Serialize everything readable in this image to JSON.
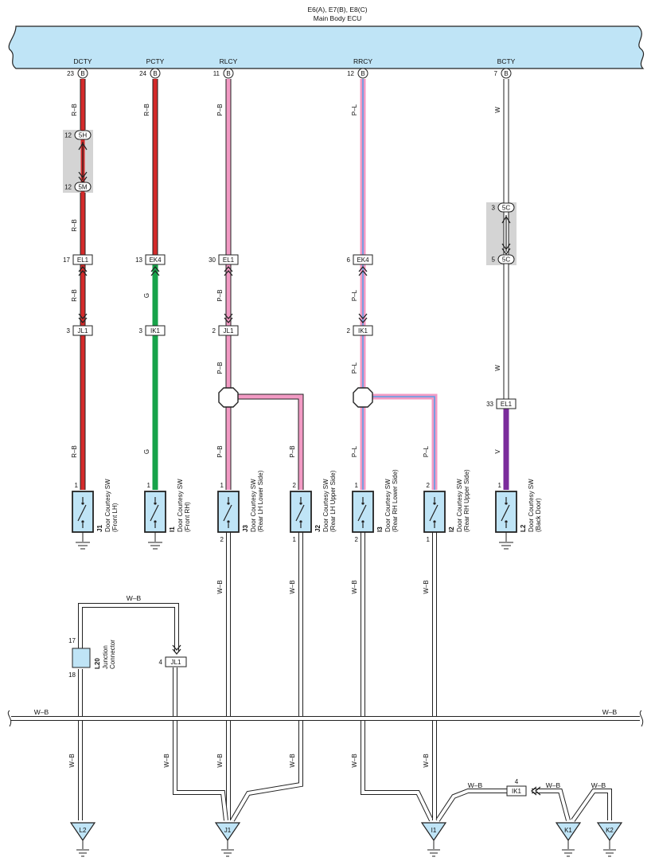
{
  "ecu": {
    "connectors_label": "E6(A), E7(B), E8(C)",
    "name": "Main Body ECU"
  },
  "terminals": [
    {
      "name": "DCTY",
      "pin": "23",
      "conn": "B"
    },
    {
      "name": "PCTY",
      "pin": "24",
      "conn": "B"
    },
    {
      "name": "RLCY",
      "pin": "11",
      "conn": "B"
    },
    {
      "name": "RRCY",
      "pin": "12",
      "conn": "B"
    },
    {
      "name": "BCTY",
      "pin": "7",
      "conn": "B"
    }
  ],
  "wire_colors": {
    "R-B": "#d42a2a",
    "G": "#17a34a",
    "P-B": "#f29ac4",
    "P-L": "#f29ac4",
    "W": "#ffffff",
    "V": "#7b2c9c",
    "W-B": "#ffffff",
    "pl_stripe": "#5aa0e6",
    "ecu_fill": "#bfe4f6",
    "switch_fill": "#bfe4f6",
    "grey_box": "#d4d4d4"
  },
  "wire_labels": {
    "dcty": "R–B",
    "pcty_upper": "R–B",
    "pcty_lower": "G",
    "rlcy": "P–B",
    "rrcy": "P–L",
    "bcty_upper": "W",
    "bcty_lower": "V",
    "ground": "W–B"
  },
  "inline_connectors": {
    "c5H": {
      "pin": "12",
      "label": "5H"
    },
    "c5M": {
      "pin": "12",
      "label": "5M"
    },
    "c5C_top": {
      "pin": "3",
      "label": "5C"
    },
    "c5C_bot": {
      "pin": "5",
      "label": "5C"
    },
    "dcty_el1": {
      "pin": "17",
      "label": "EL1"
    },
    "pcty_ek4": {
      "pin": "13",
      "label": "EK4"
    },
    "rlcy_el1": {
      "pin": "30",
      "label": "EL1"
    },
    "rrcy_ek4": {
      "pin": "6",
      "label": "EK4"
    },
    "dcty_jl1": {
      "pin": "3",
      "label": "JL1"
    },
    "pcty_ik1": {
      "pin": "3",
      "label": "IK1"
    },
    "rlcy_jl1": {
      "pin": "2",
      "label": "JL1"
    },
    "rrcy_ik1": {
      "pin": "2",
      "label": "IK1"
    },
    "bcty_el1": {
      "pin": "33",
      "label": "EL1"
    },
    "gnd_jl1": {
      "pin": "4",
      "label": "JL1"
    },
    "gnd_ik1": {
      "pin": "4",
      "label": "IK1"
    }
  },
  "switches": [
    {
      "id": "J1",
      "name": "Door Courtesy SW",
      "sub": "(Front LH)",
      "pin_top": "1",
      "pin_bot": ""
    },
    {
      "id": "I1",
      "name": "Door Courtesy SW",
      "sub": "(Front RH)",
      "pin_top": "1",
      "pin_bot": ""
    },
    {
      "id": "J3",
      "name": "Door Courtesy SW",
      "sub": "(Rear LH Lower Side)",
      "pin_top": "1",
      "pin_bot": "2"
    },
    {
      "id": "J2",
      "name": "Door Courtesy SW",
      "sub": "(Rear LH Upper Side)",
      "pin_top": "2",
      "pin_bot": "1"
    },
    {
      "id": "I3",
      "name": "Door Courtesy SW",
      "sub": "(Rear RH Lower Side)",
      "pin_top": "1",
      "pin_bot": "2"
    },
    {
      "id": "I2",
      "name": "Door Courtesy SW",
      "sub": "(Rear RH Upper Side)",
      "pin_top": "2",
      "pin_bot": "1"
    },
    {
      "id": "L2",
      "name": "Door Courtesy SW",
      "sub": "(Back Door)",
      "pin_top": "1",
      "pin_bot": ""
    }
  ],
  "junction": {
    "id": "L20",
    "name": "Junction",
    "name2": "Connector",
    "pin_top": "17",
    "pin_bot": "18"
  },
  "grounds": [
    "L2",
    "J1",
    "I1",
    "K1",
    "K2"
  ]
}
